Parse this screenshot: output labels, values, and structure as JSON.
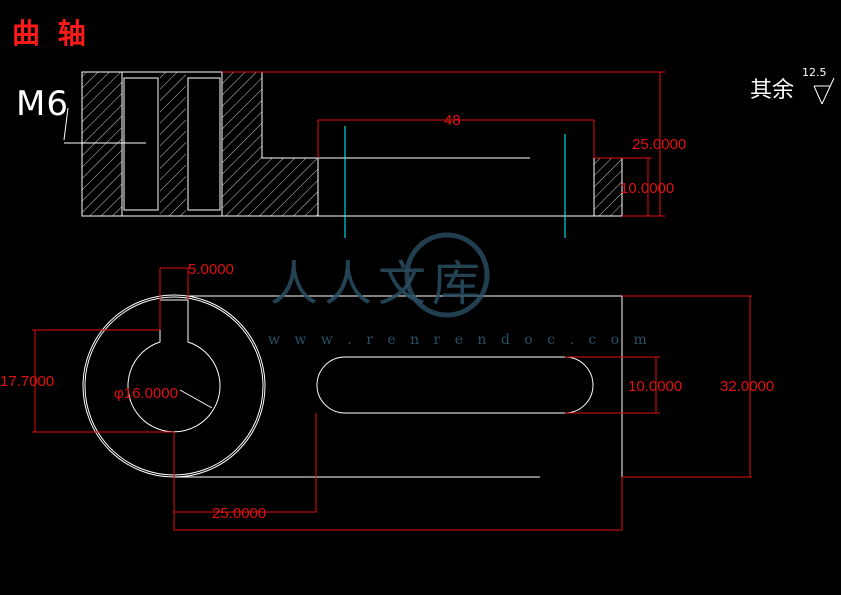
{
  "title": "曲 轴",
  "note": "其余",
  "roughness": "12.5",
  "thread_label": "M6",
  "watermark": {
    "text": "人人文库",
    "url": "w w w . r e n r e n d o c . c o m"
  },
  "dimensions": {
    "top_48": "48",
    "top_25": "25.0000",
    "top_10": "10.0000",
    "key_5": "5.0000",
    "left_17_7": "17.7000",
    "dia_16": "φ16.0000",
    "slot_10": "10.0000",
    "width_32": "32.0000",
    "bottom_25": "25.0000"
  },
  "colors": {
    "dimension": "#e01010",
    "outline": "#ffffff",
    "center": "#00ffff",
    "watermark": "#2a4f63"
  }
}
